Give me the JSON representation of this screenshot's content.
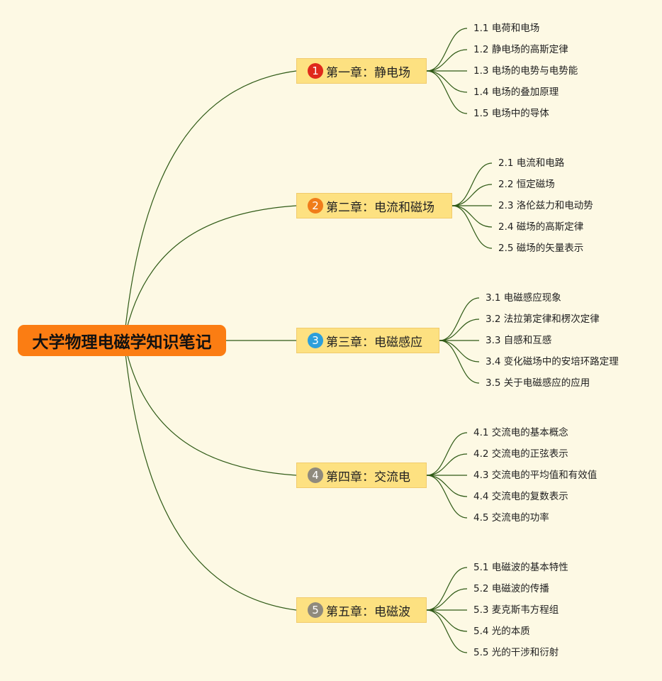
{
  "root": {
    "label": "大学物理电磁学知识笔记",
    "color": "#fb7d13"
  },
  "chapters": [
    {
      "number": "1",
      "label": "第一章：静电场",
      "badge_color": "#e0291b",
      "topics": [
        "1.1 电荷和电场",
        "1.2 静电场的高斯定律",
        "1.3 电场的电势与电势能",
        "1.4 电场的叠加原理",
        "1.5 电场中的导体"
      ]
    },
    {
      "number": "2",
      "label": "第二章：电流和磁场",
      "badge_color": "#f07c1a",
      "topics": [
        "2.1 电流和电路",
        "2.2 恒定磁场",
        "2.3 洛伦兹力和电动势",
        "2.4 磁场的高斯定律",
        "2.5 磁场的矢量表示"
      ]
    },
    {
      "number": "3",
      "label": "第三章：电磁感应",
      "badge_color": "#2c9fdb",
      "topics": [
        "3.1 电磁感应现象",
        "3.2 法拉第定律和楞次定律",
        "3.3 自感和互感",
        "3.4 变化磁场中的安培环路定理",
        "3.5 关于电磁感应的应用"
      ]
    },
    {
      "number": "4",
      "label": "第四章：交流电",
      "badge_color": "#8f8a7d",
      "topics": [
        "4.1 交流电的基本概念",
        "4.2 交流电的正弦表示",
        "4.3 交流电的平均值和有效值",
        "4.4 交流电的复数表示",
        "4.5 交流电的功率"
      ]
    },
    {
      "number": "5",
      "label": "第五章：电磁波",
      "badge_color": "#8f8a7d",
      "topics": [
        "5.1 电磁波的基本特性",
        "5.2 电磁波的传播",
        "5.3 麦克斯韦方程组",
        "5.4 光的本质",
        "5.5 光的干涉和衍射"
      ]
    }
  ],
  "colors": {
    "background": "#fdf9e4",
    "chapter_fill": "#fde181",
    "connector": "#2f5a16"
  }
}
